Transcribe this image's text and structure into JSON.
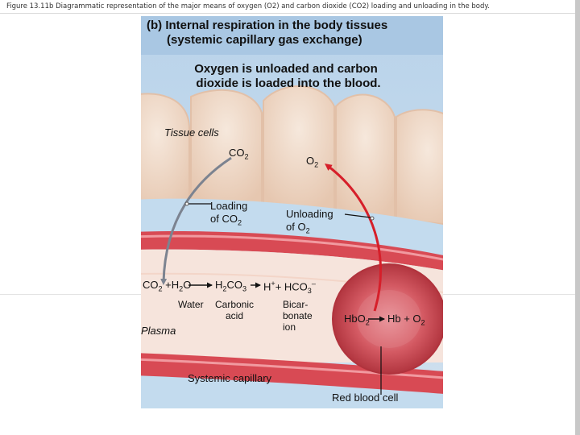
{
  "slide": {
    "caption": "Figure 13.11b Diagrammatic representation of the major means of oxygen (O2) and carbon dioxide (CO2) loading and unloading in the body."
  },
  "panel": {
    "title_line1": "(b) Internal respiration in the body tissues",
    "title_line2": "(systemic capillary gas exchange)",
    "subtitle_line1": "Oxygen is unloaded and carbon",
    "subtitle_line2": "dioxide is loaded into the blood."
  },
  "labels": {
    "tissue_cells": "Tissue cells",
    "co2": "CO",
    "co2_sub": "2",
    "o2": "O",
    "o2_sub": "2",
    "loading_line1": "Loading",
    "loading_line2_pre": "of CO",
    "loading_line2_sub": "2",
    "unloading_line1": "Unloading",
    "unloading_line2_pre": "of O",
    "unloading_line2_sub": "2",
    "plasma": "Plasma",
    "systemic_capillary": "Systemic capillary",
    "red_blood_cell": "Red blood cell"
  },
  "equation": {
    "co2": "CO",
    "co2_sub": "2",
    "plus_h2o": " +H",
    "h2o_sub": "2",
    "h2o_o": "O",
    "h2co3_h": "H",
    "h2co3_sub": "2",
    "h2co3_co": "CO",
    "h2co3_sub2": "3",
    "h_plus": "H",
    "h_plus_sup": "+",
    "plus_hco3": "+ HCO",
    "hco3_sub": "3",
    "hco3_sup": "–",
    "water": "Water",
    "carbonic_line1": "Carbonic",
    "carbonic_line2": "acid",
    "bicar_line1": "Bicar-",
    "bicar_line2": "bonate",
    "bicar_line3": "ion"
  },
  "hemoglobin": {
    "hbo2_pre": "Hb",
    "hbo2_o": "O",
    "hbo2_sub": "2",
    "hb_plus": "Hb + O",
    "hb_plus_sub": "2"
  },
  "colors": {
    "title_band": "#b9d3ea",
    "tissue_cell": "#efd8c6",
    "plasma": "#f6e4dc",
    "capillary_wall": "#cf3d47",
    "red_blood_cell": "#c63a45",
    "co2_arrow": "#7c8390",
    "o2_arrow": "#d61f2a"
  }
}
